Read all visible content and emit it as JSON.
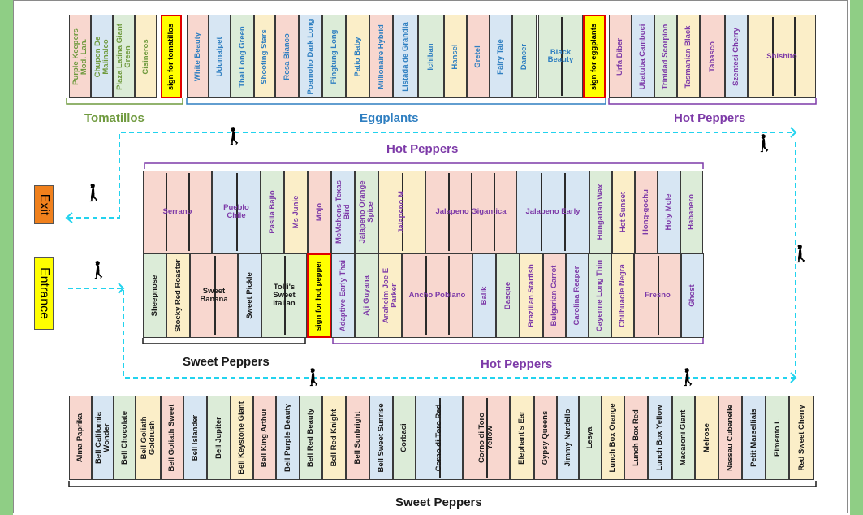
{
  "colors": {
    "frame_green": "#8fce85",
    "path_cyan": "#22d3ee",
    "tomatillos": "#6f9a3e",
    "eggplants": "#2f7fc1",
    "hot_peppers": "#7d3aa8",
    "sweet_peppers": "#1a1a1a",
    "sign_yellow": "#ffff00",
    "sign_border": "#e00000",
    "exit_fill": "#f0801c",
    "entrance_fill": "#ffff00",
    "pink": "#f8d7cf",
    "blue": "#d7e6f3",
    "green": "#dcecd8",
    "cream": "#fbeec8",
    "lilac": "#e4dcf0"
  },
  "groups": {
    "tomatillos": "Tomatillos",
    "eggplants": "Eggplants",
    "hot_peppers_top": "Hot Peppers",
    "hot_peppers_center": "Hot Peppers",
    "hot_peppers_mid": "Hot Peppers",
    "sweet_peppers_mid": "Sweet Peppers",
    "sweet_peppers_bottom": "Sweet Peppers"
  },
  "exit_label": "Exit",
  "entrance_label": "Entrance",
  "walker_icon": "walking-person-icon",
  "plots": {
    "tomatillos": [
      "Purple Keepers Mod. Lan.",
      "Chupon De Malinalco",
      "Plaza Latina Giant Green",
      "Cisineros"
    ],
    "tomatillo_sign": "sign for tomatillos",
    "eggplants": [
      "White Beauty",
      "Udumalpet",
      "Thai Long Green",
      "Shooting Stars",
      "Rosa Bianco",
      "Poamoho Dark Long",
      "Pingtung Long",
      "Patio Baby",
      "Millionaire Hybrid",
      "Listada de Grandia",
      "Ichiban",
      "Hansel",
      "Gretel",
      "Fairy Tale",
      "Dancer",
      "Black Beauty"
    ],
    "eggplant_sign": "sign for eggplants",
    "top_hot_peppers": [
      "Urfa Biber",
      "Ubatuba Cambuci",
      "Trinidad Scorpion",
      "Tasmanian Black",
      "Tabasco",
      "Szentesi Cherry",
      "Shishito"
    ],
    "center_top": [
      "Serrano",
      "Pueblo Chile",
      "Pasila Bajio",
      "Ms Junie",
      "Mojo",
      "McMahons Texas Bird",
      "Jalapeno Orange Spice",
      "Jalapeno M",
      "Jalapeno Gigantica",
      "Jalapeno Early",
      "Hungarian Wax",
      "Hot Sunset",
      "Hong-gochu",
      "Holy Mole",
      "Habanero"
    ],
    "center_bottom": [
      "Sheepnose",
      "Stocky Red Roaster",
      "Sweet Banana",
      "Sweet Pickle",
      "Tolli's Sweet Italian",
      "Adaptive Early Thai",
      "Aji Guyana",
      "Anaheim Joe E Parker",
      "Ancho Poblano",
      "Balik",
      "Basque",
      "Brazilian Starfish",
      "Bulgarian Carrot",
      "Carolina Reaper",
      "Cayenne Long Thin",
      "Chilhuacle Negra",
      "Fresno",
      "Ghost"
    ],
    "hot_pepper_sign": "sign for hot pepper",
    "bottom_sweet_peppers": [
      "Alma Paprika",
      "Bell California Wonder",
      "Bell Chocolate",
      "Bell Goliath Goldrush",
      "Bell Goliath Sweet",
      "Bell Islander",
      "Bell Jupiter",
      "Bell Keystone Giant",
      "Bell King Arthur",
      "Bell Purple Beauty",
      "Bell Red Beauty",
      "Bell Red Knight",
      "Bell Sunbright",
      "Bell Sweet Sunrise",
      "Corbaci",
      "Corno di Toro Red",
      "Corno di Toro Yellow",
      "Elephant's Ear",
      "Gypsy Queens",
      "Jimmy Nardello",
      "Lesya",
      "Lunch Box Orange",
      "Lunch Box Red",
      "Lunch Box Yellow",
      "Macaroni Giant",
      "Melrose",
      "Nassau Cubanelle",
      "Petit Marselliais",
      "Pimento L",
      "Red Sweet Cherry"
    ]
  }
}
